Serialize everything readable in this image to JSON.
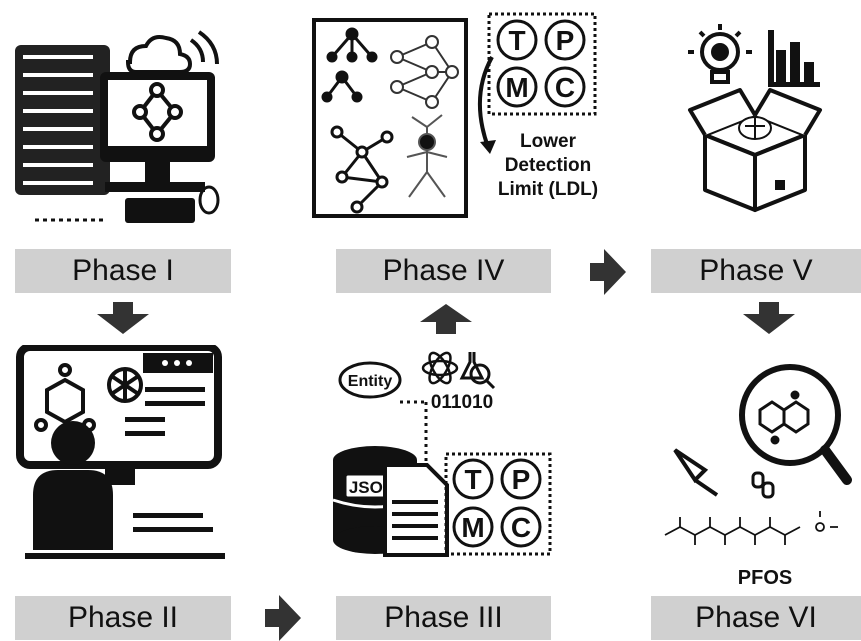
{
  "phases": {
    "p1": "Phase I",
    "p2": "Phase II",
    "p3": "Phase III",
    "p4": "Phase IV",
    "p5": "Phase V",
    "p6": "Phase VI"
  },
  "phase4_panel": {
    "letters": [
      "T",
      "P",
      "M",
      "C"
    ],
    "ldl_line1": "Lower",
    "ldl_line2": "Detection",
    "ldl_line3": "Limit (LDL)"
  },
  "phase3_panel": {
    "entity": "Entity",
    "binary": "011010",
    "json": "JSON",
    "letters": [
      "T",
      "P",
      "M",
      "C"
    ]
  },
  "phase6_panel": {
    "molecule": "PFOS"
  },
  "colors": {
    "phase_bg": "#d0d0d0",
    "ink": "#111111"
  }
}
